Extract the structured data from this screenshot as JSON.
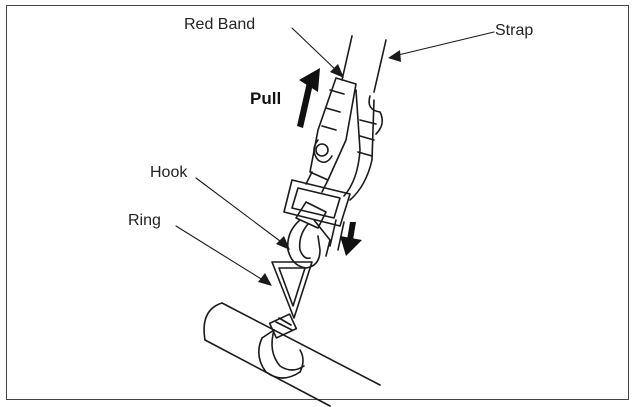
{
  "labels": {
    "red_band": "Red Band",
    "strap": "Strap",
    "pull": "Pull",
    "hook": "Hook",
    "ring": "Ring"
  },
  "colors": {
    "line": "#1a1a1a",
    "frame": "#444444",
    "background": "#ffffff"
  }
}
